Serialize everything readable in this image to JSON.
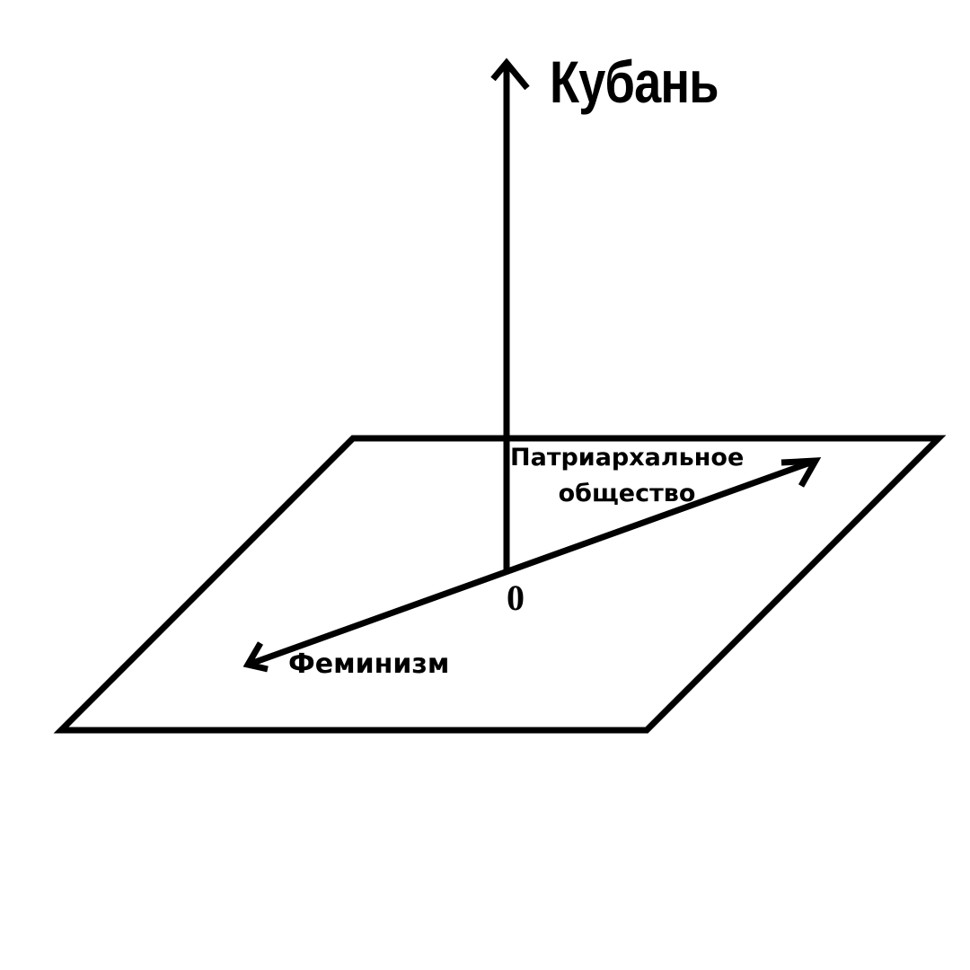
{
  "diagram": {
    "axis_vertical_label": "Кубань",
    "axis_right_label": "Патриархальное общество",
    "axis_left_label": "Феминизм",
    "origin_label": "0",
    "stroke_color": "#000000",
    "background_color": "#ffffff"
  }
}
